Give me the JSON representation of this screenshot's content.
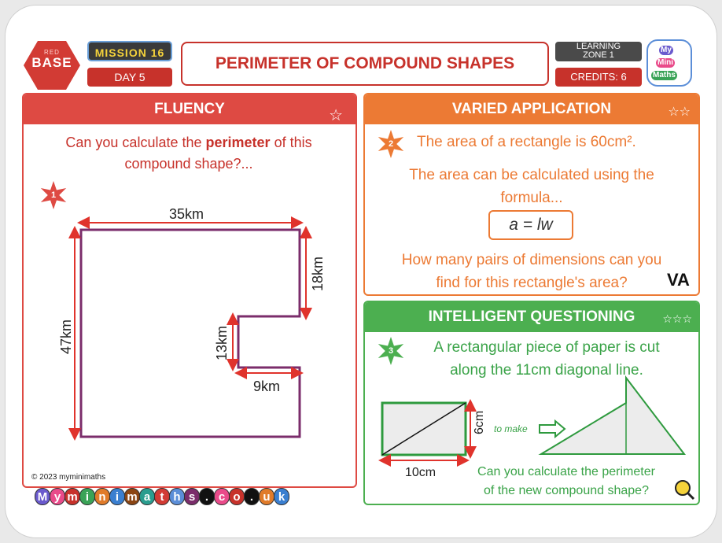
{
  "header": {
    "badge_top": "RED",
    "badge_main": "BASE",
    "mission": "MISSION 16",
    "day": "DAY 5",
    "title": "PERIMETER OF COMPOUND SHAPES",
    "zone_line1": "LEARNING",
    "zone_line2": "ZONE 1",
    "credits": "CREDITS: 6",
    "logo_words": [
      "My",
      "Mini",
      "Maths"
    ]
  },
  "fluency": {
    "heading": "FLUENCY",
    "question_line1_pre": "Can you calculate the ",
    "question_bold": "perimeter",
    "question_line1_post": " of this",
    "question_line2": "compound shape?...",
    "number": "1",
    "labels": {
      "top": "35km",
      "right_top": "18km",
      "left": "47km",
      "notch": "13km",
      "notch_width": "9km"
    }
  },
  "varied": {
    "heading": "VARIED APPLICATION",
    "number": "2",
    "line1": "The area of a rectangle is 60cm².",
    "line2": "The area can be calculated using the",
    "line3": "formula...",
    "formula": "a = lw",
    "line4": "How many pairs of dimensions can you",
    "line5": "find for this rectangle's area?",
    "mark": "VA"
  },
  "iq": {
    "heading": "INTELLIGENT QUESTIONING",
    "number": "3",
    "line1": "A rectangular piece of paper is cut",
    "line2": "along the 11cm diagonal line.",
    "rect_height": "6cm",
    "rect_width": "10cm",
    "to_make": "to make",
    "q1": "Can you calculate the perimeter",
    "q2": "of the new compound shape?"
  },
  "footer": {
    "copyright": "© 2023 myminimaths",
    "url_letters": [
      "M",
      "y",
      "m",
      "i",
      "n",
      "i",
      "m",
      "a",
      "t",
      "h",
      "s",
      ".",
      "c",
      "o",
      ".",
      "u",
      "k"
    ],
    "colors": {
      "red": "#de4a43",
      "orange": "#ec7a34",
      "green": "#4caf50",
      "purple": "#7b2d6b",
      "dark_red": "#c7322b"
    }
  }
}
